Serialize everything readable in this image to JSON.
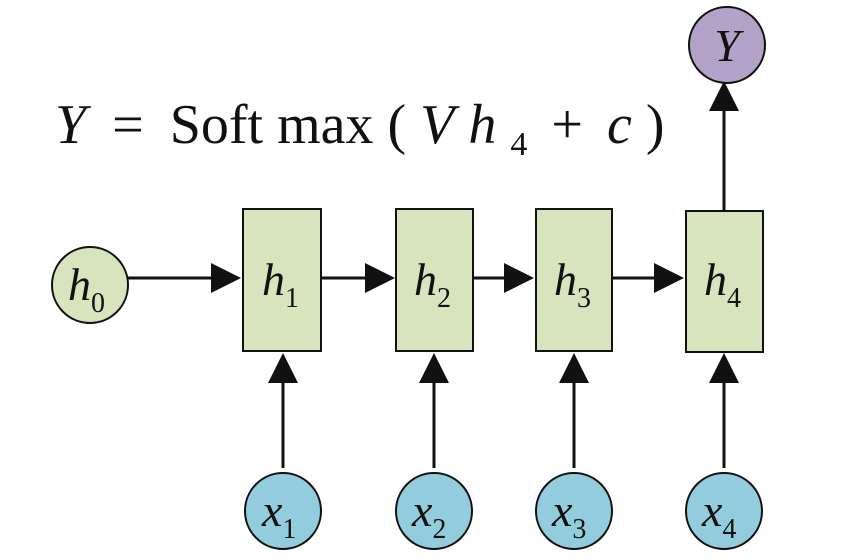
{
  "formula": {
    "lhs": "Y",
    "equals": "=",
    "function": "Soft max",
    "open_paren": "(",
    "term_var": "V",
    "term_h": "h",
    "term_h_sub": "4",
    "plus": "+",
    "constant": "c",
    "close_paren": ")"
  },
  "initial_state": {
    "symbol": "h",
    "subscript": "0"
  },
  "hidden_states": [
    {
      "symbol": "h",
      "subscript": "1"
    },
    {
      "symbol": "h",
      "subscript": "2"
    },
    {
      "symbol": "h",
      "subscript": "3"
    },
    {
      "symbol": "h",
      "subscript": "4"
    }
  ],
  "inputs": [
    {
      "symbol": "x",
      "subscript": "1"
    },
    {
      "symbol": "x",
      "subscript": "2"
    },
    {
      "symbol": "x",
      "subscript": "3"
    },
    {
      "symbol": "x",
      "subscript": "4"
    }
  ],
  "output": {
    "symbol": "Y"
  },
  "colors": {
    "hidden_fill": "#d7e4bd",
    "initial_fill": "#d7e4bd",
    "input_fill": "#93cddd",
    "output_fill": "#b3a2c7",
    "stroke": "#111111"
  }
}
